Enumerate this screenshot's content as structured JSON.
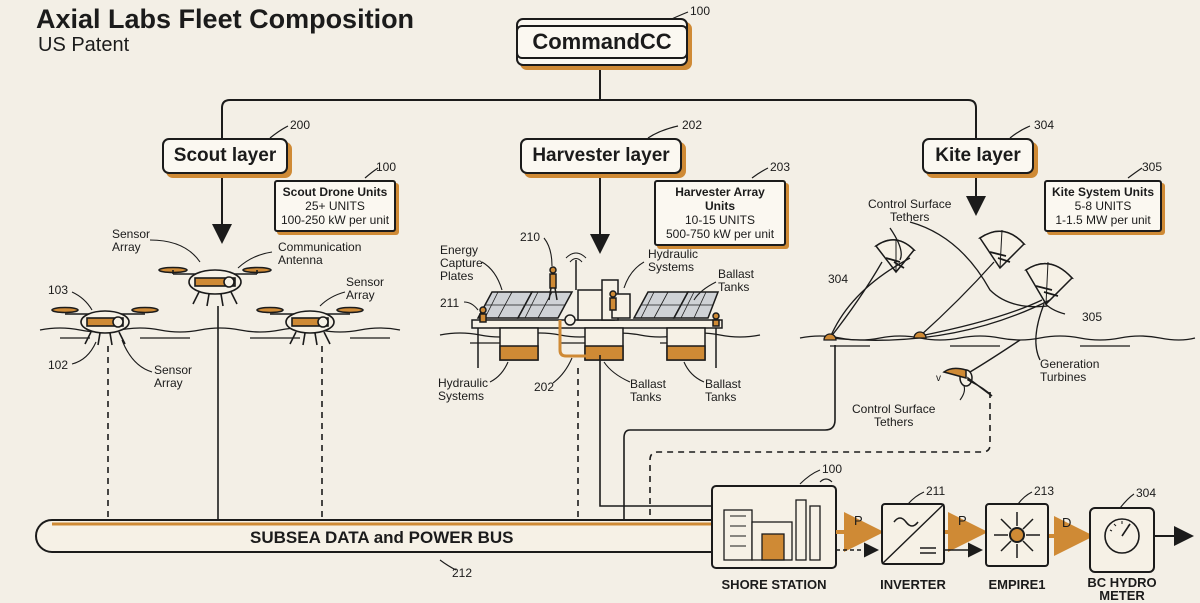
{
  "header": {
    "title": "Axial Labs Fleet Composition",
    "subtitle": "US Patent"
  },
  "command": {
    "label": "CommandCC",
    "ref": "100"
  },
  "layers": [
    {
      "label": "Scout layer",
      "ref": "200",
      "spec": {
        "title": "Scout Drone Units",
        "units": "25+ UNITS",
        "power": "100-250 kW per unit",
        "ref": "100"
      }
    },
    {
      "label": "Harvester layer",
      "ref": "202",
      "spec": {
        "title": "Harvester Array Units",
        "units": "10-15 UNITS",
        "power": "500-750 kW per unit",
        "ref": "203"
      }
    },
    {
      "label": "Kite layer",
      "ref": "304",
      "spec": {
        "title": "Kite System Units",
        "units": "5-8 UNITS",
        "power": "1-1.5 MW per unit",
        "ref": "305"
      }
    }
  ],
  "scout_labels": {
    "sensor_array_a": "Sensor\nArray",
    "comm_antenna": "Communication\nAntenna",
    "sensor_array_b": "Sensor\nArray",
    "sensor_array_c": "Sensor\nArray",
    "ref_103": "103",
    "ref_102": "102"
  },
  "harvester_labels": {
    "energy_plates": "Energy\nCapture\nPlates",
    "ref_210": "210",
    "ref_211": "211",
    "hydraulic_top": "Hydraulic\nSystems",
    "ballast_top": "Ballast\nTanks",
    "hydraulic_bottom": "Hydraulic\nSystems",
    "ref_202": "202",
    "ballast_bottom_a": "Ballast\nTanks",
    "ballast_bottom_b": "Ballast\nTanks"
  },
  "kite_labels": {
    "tethers_top": "Control Surface\nTethers",
    "ref_304": "304",
    "ref_305": "305",
    "turbines": "Generation\nTurbines",
    "tethers_bottom": "Control Surface\nTethers",
    "mark_v": "v"
  },
  "bus": {
    "label": "SUBSEA DATA and POWER BUS",
    "ref": "212"
  },
  "chain": [
    {
      "label": "SHORE STATION",
      "ref": "100"
    },
    {
      "label": "INVERTER",
      "ref": "211"
    },
    {
      "label": "EMPIRE1",
      "ref": "213"
    },
    {
      "label": "BC HYDRO\nMETER",
      "ref": "304"
    }
  ],
  "flow_letters": [
    "P",
    "P",
    "D"
  ],
  "colors": {
    "accent": "#cf8a35",
    "ink": "#1b1b1b",
    "paper": "#f3efe6"
  }
}
